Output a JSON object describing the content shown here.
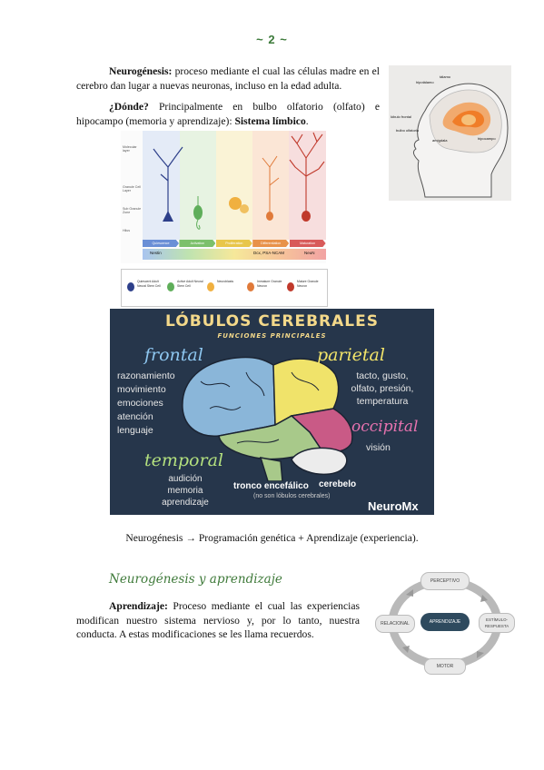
{
  "page_number": "~ 2 ~",
  "neuro": {
    "term": "Neurogénesis:",
    "text": " proceso mediante el cual las células madre en el cerebro dan lugar a nuevas neuronas, incluso en la edad adulta.",
    "where_term": "¿Dónde?",
    "where_text": " Principalmente en bulbo olfatorio (olfato) e hipocampo (memoria y aprendizaje): ",
    "where_bold": "Sistema límbico",
    "where_end": "."
  },
  "brain_fig": {
    "labels": [
      "tálamo",
      "hipotálamo",
      "lóbulo frontal",
      "bulbo olfatorio",
      "amígdala",
      "hipocampo"
    ]
  },
  "neurogenesis_fig": {
    "layers": [
      "Molecular layer",
      "Granule Cell Layer",
      "Sub Granule Zone",
      "Hilus"
    ],
    "stages": [
      "Quiescence",
      "Activation",
      "Proliferation",
      "Differentiation",
      "Maturation"
    ],
    "stage_colors": [
      "#6a8fd6",
      "#7cc06b",
      "#e8c64a",
      "#e8924a",
      "#d85a5a"
    ],
    "markers": [
      "Nestin",
      "Dcx, PSA-NCAM",
      "NeuN"
    ],
    "legend": [
      "Quiescent Adult Neural Stem Cell",
      "Active Adult Neural Stem Cell",
      "Neuroblasts",
      "Immature Granule Neuron",
      "Mature Granule Neuron"
    ]
  },
  "lobes": {
    "title": "LÓBULOS CEREBRALES",
    "subtitle": "FUNCIONES PRINCIPALES",
    "frontal": {
      "name": "frontal",
      "items": [
        "razonamiento",
        "movimiento",
        "emociones",
        "atención",
        "lenguaje"
      ]
    },
    "parietal": {
      "name": "parietal",
      "items": [
        "tacto, gusto,",
        "olfato, presión,",
        "temperatura"
      ]
    },
    "occipital": {
      "name": "occipital",
      "items": [
        "visión"
      ]
    },
    "temporal": {
      "name": "temporal",
      "items": [
        "audición",
        "memoria",
        "aprendizaje"
      ]
    },
    "tronco": "tronco encefálico",
    "cerebelo": "cerebelo",
    "note": "(no son lóbulos cerebrales)",
    "brand": "NeuroMx",
    "colors": {
      "bg": "#26364b",
      "frontal": "#8ab6d9",
      "parietal": "#f0e36a",
      "occipital": "#c95a86",
      "temporal": "#a8c98a",
      "cerebelo": "#ececec"
    }
  },
  "caption": "Neurogénesis → Programación genética + Aprendizaje (experiencia).",
  "section_heading": "Neurogénesis y aprendizaje",
  "learning": {
    "term": "Aprendizaje:",
    "text": " Proceso mediante el cual las experiencias modifican nuestro sistema nervioso y, por lo tanto, nuestra conducta. A estas modificaciones se les llama recuerdos."
  },
  "cycle": {
    "center": "APRENDIZAJE",
    "nodes": [
      "PERCEPTIVO",
      "ESTÍMULO-RESPUESTA",
      "MOTOR",
      "RELACIONAL"
    ]
  }
}
